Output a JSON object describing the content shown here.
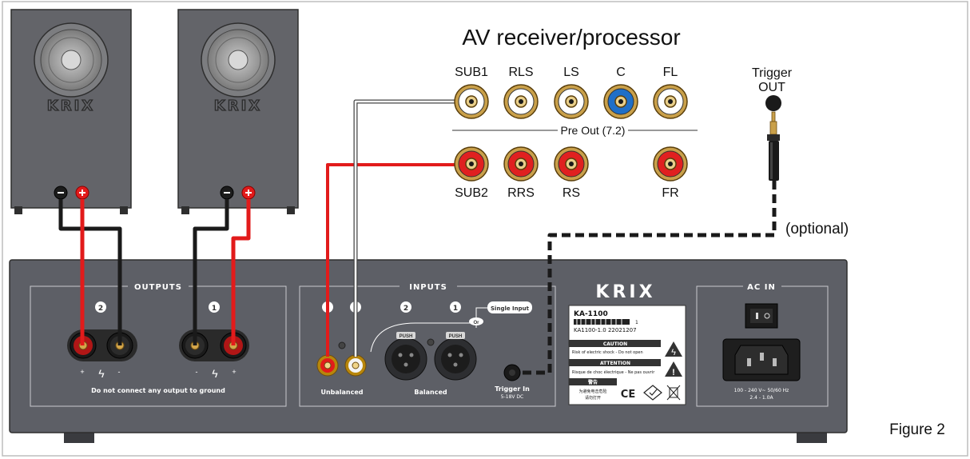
{
  "title": "AV receiver/processor",
  "figure_label": "Figure 2",
  "optional_label": "(optional)",
  "brand": "KRIX",
  "receiver": {
    "top_jacks": [
      {
        "label": "SUB1",
        "color": "#ffffff"
      },
      {
        "label": "RLS",
        "color": "#ffffff"
      },
      {
        "label": "LS",
        "color": "#ffffff"
      },
      {
        "label": "C",
        "color": "#1f6fc8"
      },
      {
        "label": "FL",
        "color": "#ffffff"
      }
    ],
    "bottom_jacks": [
      {
        "label": "SUB2",
        "color": "#e02020"
      },
      {
        "label": "RRS",
        "color": "#e02020"
      },
      {
        "label": "RS",
        "color": "#e02020"
      },
      {
        "label": "FR",
        "color": "#e02020"
      }
    ],
    "pre_out_label": "Pre Out (7.2)",
    "trigger_out_label_1": "Trigger",
    "trigger_out_label_2": "OUT"
  },
  "amplifier": {
    "outputs_title": "OUTPUTS",
    "output_2": "2",
    "output_1": "1",
    "plus": "+",
    "minus": "-",
    "ground_warning": "Do not connect any output to ground",
    "inputs_title": "INPUTS",
    "input_2": "2",
    "input_1": "1",
    "single_input": "Single Input",
    "or_label": "Or",
    "push_label": "PUSH",
    "unbalanced_label": "Unbalanced",
    "balanced_label": "Balanced",
    "trigger_in_label": "Trigger In",
    "trigger_in_voltage": "5-18V DC",
    "model": "KA-1100",
    "serial_index": "1",
    "serial_code": "KA1100-1.0 22021207",
    "caution_title": "CAUTION",
    "caution_text": "Risk of electric shock - Do not open",
    "attention_title": "ATTENTION",
    "attention_text": "Risque de choc électrique - Ne pas ouvrir",
    "warning_title": "警告",
    "warning_text_1": "为避免电击危险",
    "warning_text_2": "请勿打开",
    "ce_mark": "CE",
    "ac_in_title": "AC IN",
    "ac_voltage": "100 - 240 V~ 50/60 Hz",
    "ac_current": "2.4 - 1.0A"
  },
  "colors": {
    "speaker_body": "#636469",
    "panel": "#5d5f66",
    "cable_red": "#e21b1b",
    "cable_black": "#1a1a1a",
    "jack_gold": "#c9a04a"
  }
}
